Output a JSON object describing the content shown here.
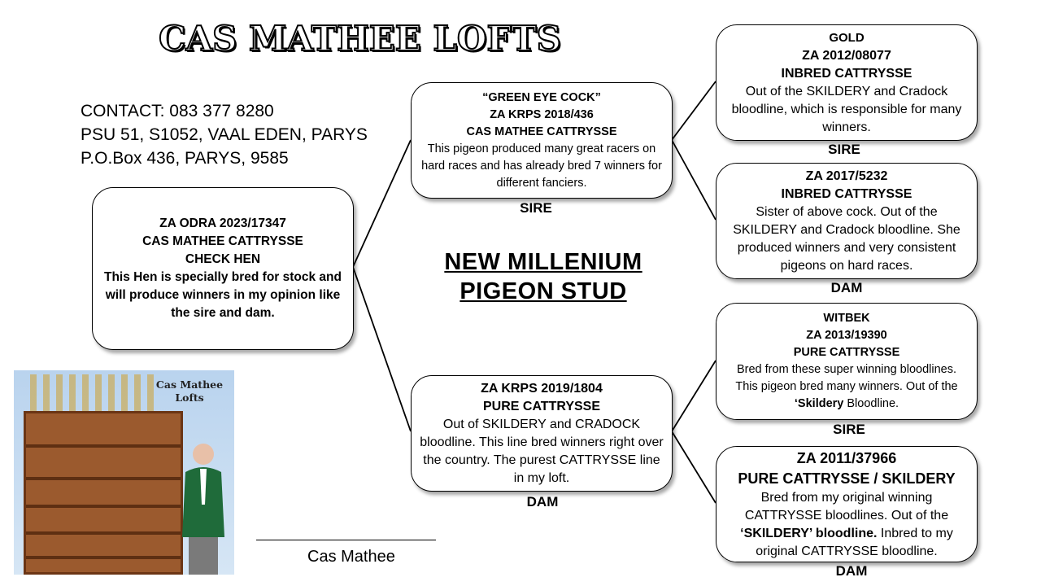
{
  "title": "CAS MATHEE LOFTS",
  "contact": {
    "phone": "CONTACT: 083 377 8280",
    "address": "PSU 51, S1052, VAAL EDEN, PARYS",
    "po_box": "P.O.Box 436, PARYS, 9585"
  },
  "subject": {
    "ring": "ZA ODRA 2023/17347",
    "strain": "CAS MATHEE CATTRYSSE",
    "sex": "CHECK HEN",
    "description": "This Hen is specially bred for stock and will produce winners in my opinion like the sire and dam."
  },
  "sire": {
    "name": "“GREEN EYE COCK”",
    "ring": "ZA KRPS 2018/436",
    "strain": "CAS MATHEE CATTRYSSE",
    "description": "This pigeon produced many great racers on hard races and has already bred 7 winners for different fanciers.",
    "label": "SIRE"
  },
  "dam": {
    "ring": "ZA KRPS 2019/1804",
    "strain": "PURE CATTRYSSE",
    "description": "Out of SKILDERY and CRADOCK bloodline. This line bred winners right over the country. The purest CATTRYSSE line in my loft.",
    "label": "DAM"
  },
  "sire_sire": {
    "name": "GOLD",
    "ring": "ZA 2012/08077",
    "strain": "INBRED CATTRYSSE",
    "description": "Out of the SKILDERY and Cradock bloodline, which is responsible for many winners.",
    "label": "SIRE"
  },
  "sire_dam": {
    "ring": "ZA 2017/5232",
    "strain": "INBRED CATTRYSSE",
    "description": "Sister of above cock. Out of the SKILDERY and Cradock bloodline. She produced winners and very consistent pigeons on hard races.",
    "label": "DAM"
  },
  "dam_sire": {
    "name": "WITBEK",
    "ring": "ZA 2013/19390",
    "strain": "PURE CATTRYSSE",
    "description_a": "Bred from these super winning bloodlines. This pigeon bred many winners. Out of the ",
    "description_bold": "‘Skildery",
    "description_b": " Bloodline.",
    "label": "SIRE"
  },
  "dam_dam": {
    "ring": "ZA 2011/37966",
    "strain": "PURE CATTRYSSE / SKILDERY",
    "description_a": "Bred from my original winning CATTRYSSE bloodlines. Out of the ",
    "description_bold": "‘SKILDERY’ bloodline.",
    "description_b": " Inbred to my original CATTRYSSE bloodline.",
    "label": "DAM"
  },
  "stud": {
    "line1": "NEW MILLENIUM",
    "line2": "PIGEON STUD"
  },
  "photo": {
    "caption": "Cas Mathee Lofts"
  },
  "signature": "Cas Mathee"
}
